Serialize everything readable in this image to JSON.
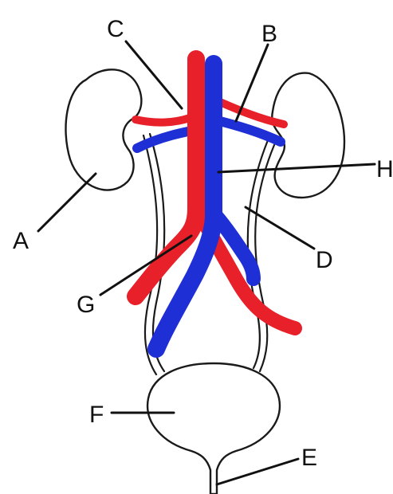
{
  "labels": {
    "A": "A",
    "B": "B",
    "C": "C",
    "D": "D",
    "E": "E",
    "F": "F",
    "G": "G",
    "H": "H"
  },
  "colors": {
    "artery": "#e8202a",
    "vein": "#1f2fd6",
    "outline": "#1a1a1a",
    "background": "#ffffff"
  }
}
